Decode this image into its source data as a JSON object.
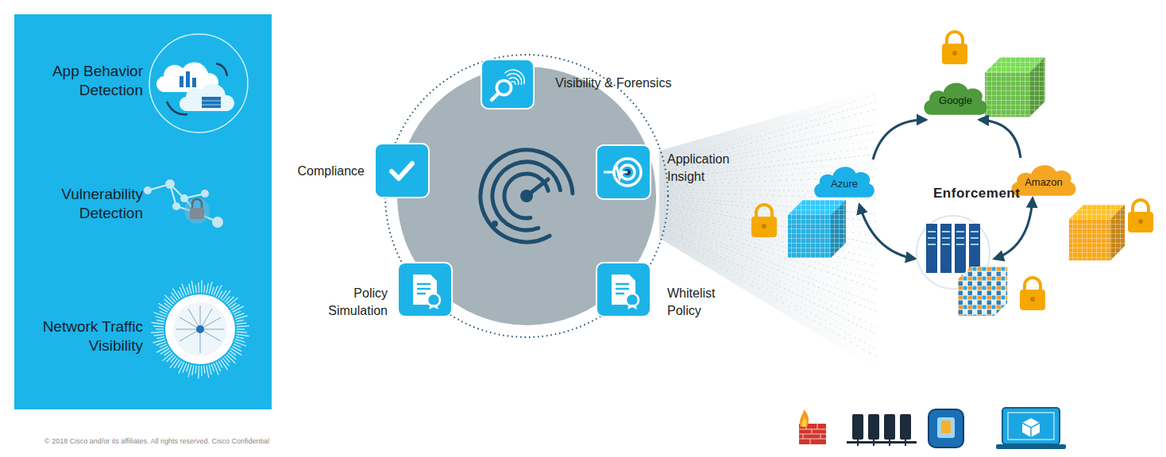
{
  "diagram": {
    "nodes": [
      {
        "text": [
          "App Behavior Detection",
          "Vulnerability Detection",
          "Network Traffic Visibility"
        ]
      },
      {
        "text": [
          "Visibility & Forensics"
        ]
      },
      {
        "text": [
          "Application Insight"
        ]
      },
      {
        "text": [
          "Whitelist Policy"
        ]
      },
      {
        "text": [
          "Policy Simulation"
        ]
      },
      {
        "text": [
          "Compliance"
        ]
      },
      {
        "text": [
          "Google"
        ]
      },
      {
        "text": [
          "Azure"
        ]
      },
      {
        "text": [
          "Amazon"
        ]
      }
    ],
    "edges": [
      {
        "from": 7,
        "to": 6,
        "arrow": "to"
      },
      {
        "from": 8,
        "to": 6,
        "arrow": "to"
      }
    ],
    "labels": [
      "Enforcement",
      "© 2018 Cisco and/or its affiliates. All rights reserved. Cisco Confidential"
    ]
  }
}
